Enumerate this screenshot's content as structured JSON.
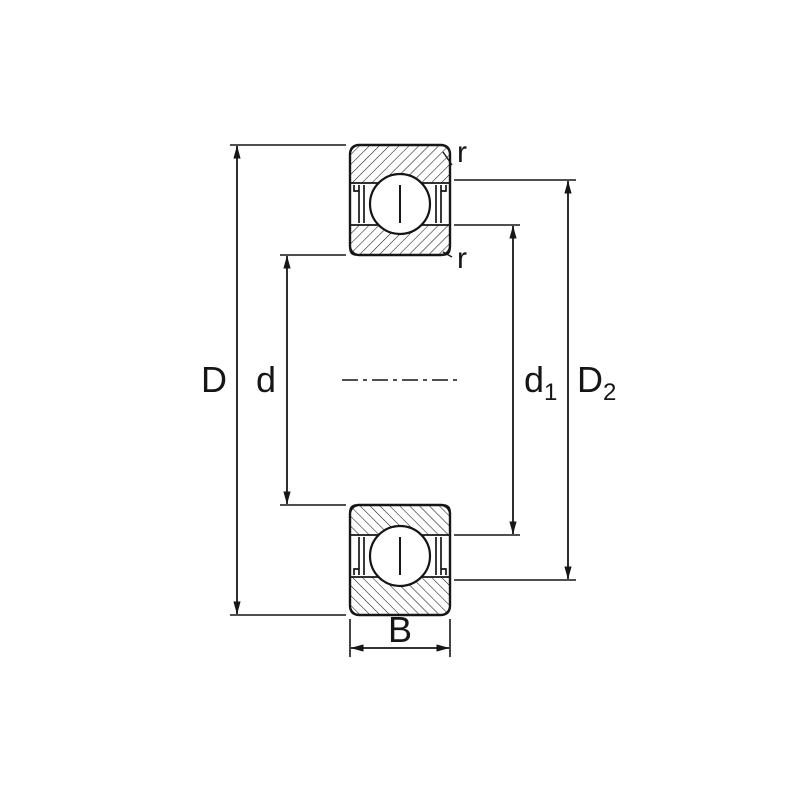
{
  "colors": {
    "line": "#161616",
    "background": "#ffffff"
  },
  "dimensions": {
    "D": {
      "base": "D",
      "sub": ""
    },
    "d": {
      "base": "d",
      "sub": ""
    },
    "d1": {
      "base": "d",
      "sub": "1"
    },
    "D2": {
      "base": "D",
      "sub": "2"
    },
    "B": {
      "base": "B",
      "sub": ""
    },
    "r_outer": "r",
    "r_inner": "r"
  }
}
